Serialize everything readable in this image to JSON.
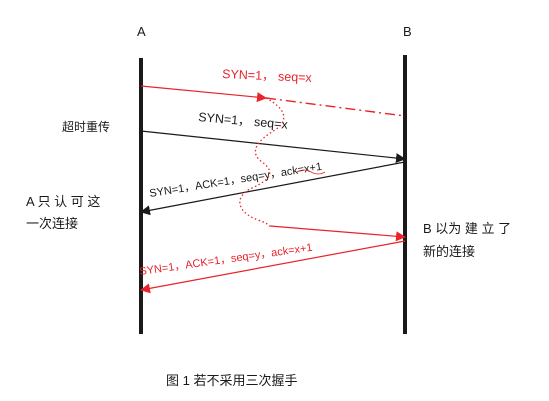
{
  "hosts": {
    "a": "A",
    "b": "B"
  },
  "side_notes": {
    "retransmit": "超时重传",
    "a_line1": "A 只 认 可 这",
    "a_line2": "一次连接",
    "b_line1": "B 以为 建 立 了",
    "b_line2": "新的连接"
  },
  "messages": {
    "m1": "SYN=1， seq=x",
    "m2": "SYN=1， seq=x",
    "m3": "SYN=1，ACK=1，seq=y，ack=x+1",
    "m4": "SYN=1，ACK=1，seq=y，ack=x+1"
  },
  "caption": "图 1  若不采用三次握手",
  "colors": {
    "red": "#e8232a",
    "black": "#1a1a1a"
  }
}
